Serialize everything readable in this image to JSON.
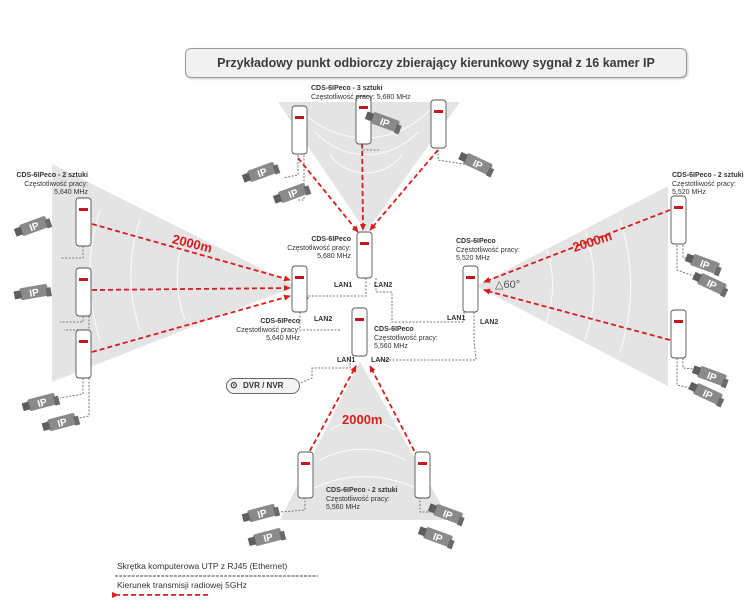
{
  "title": "Przykładowy punkt odbiorczy zbierający kierunkowy sygnał z 16 kamer IP",
  "groups": {
    "top": {
      "model": "CDS-6IPeco - 3 sztuki",
      "freq_label": "Częstotliwość pracy: 5,680 MHz"
    },
    "left": {
      "model": "CDS-6IPeco - 2 sztuki",
      "freq_label": "Częstotliwość pracy:",
      "freq": "5,640 MHz"
    },
    "right": {
      "model": "CDS-6IPeco - 2 sztuki",
      "freq_label": "Częstotliwość pracy:",
      "freq": "5,520 MHz"
    },
    "bottom": {
      "model": "CDS-6IPeco - 2 sztuki",
      "freq_label": "Częstotliwość pracy:",
      "freq": "5,560 MHz"
    }
  },
  "hub": {
    "top": {
      "model": "CDS-6IPeco",
      "freq_label": "Częstotliwość pracy:",
      "freq": "5,680 MHz"
    },
    "left": {
      "model": "CDS-6IPeco",
      "freq_label": "Częstotliwość pracy:",
      "freq": "5,640 MHz"
    },
    "right": {
      "model": "CDS-6IPeco",
      "freq_label": "Częstotliwość pracy:",
      "freq": "5,520 MHz"
    },
    "center": {
      "model": "CDS-6IPeco",
      "freq_label": "Częstotliwość pracy:",
      "freq": "5,560 MHz"
    }
  },
  "ports": {
    "lan1": "LAN1",
    "lan2": "LAN2"
  },
  "distance": "2000m",
  "angle": "60°",
  "dvr": "DVR / NVR",
  "camera_label": "IP",
  "legend": {
    "utp": "Skrętka komputerowa UTP z RJ45 (Ethernet)",
    "radio": "Kierunek transmisji radiowej 5GHz"
  },
  "colors": {
    "accent": "#d91c1c",
    "sector": "#e4e4e4",
    "cable": "#777777",
    "camera": "#8a8a8a"
  }
}
